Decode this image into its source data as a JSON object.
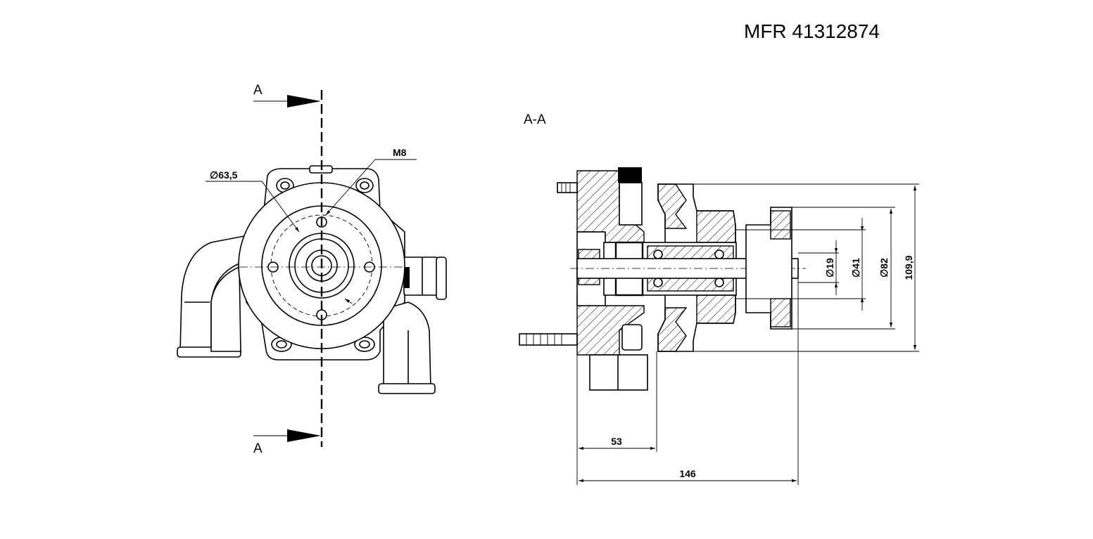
{
  "title": "MFR 41312874",
  "section_marker": "A",
  "section_marker_bottom": "A",
  "section_label": "A-A",
  "dimensions": {
    "bolt_circle": "∅63,5",
    "thread": "M8",
    "shaft_diameter": "∅19",
    "hub_diameter": "∅41",
    "flange_diameter": "∅82",
    "pulley_diameter": "109,9",
    "length_short": "53",
    "length_total": "146"
  }
}
